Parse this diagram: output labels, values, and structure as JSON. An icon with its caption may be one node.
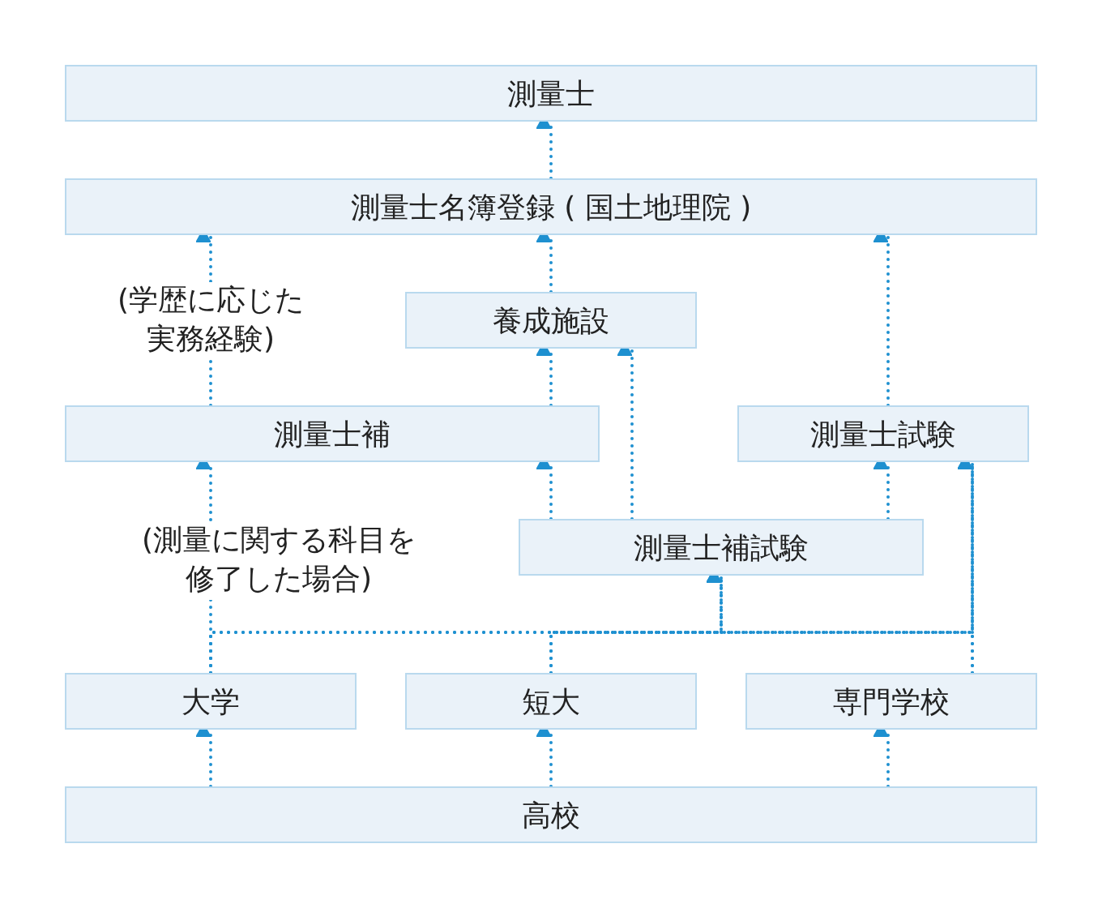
{
  "diagram": {
    "nodes": [
      {
        "text": [
          "測量士"
        ]
      },
      {
        "text": [
          "測量士名簿登録 ( 国土地理院 )"
        ]
      },
      {
        "text": [
          "養成施設"
        ]
      },
      {
        "text": [
          "測量士補"
        ]
      },
      {
        "text": [
          "測量士試験"
        ]
      },
      {
        "text": [
          "測量士補試験"
        ]
      },
      {
        "text": [
          "大学"
        ]
      },
      {
        "text": [
          "短大"
        ]
      },
      {
        "text": [
          "専門学校"
        ]
      },
      {
        "text": [
          "高校"
        ]
      }
    ],
    "edges": [
      {
        "from": 1,
        "to": 0,
        "arrow": "to"
      },
      {
        "from": 3,
        "to": 1,
        "arrow": "to",
        "label": "(学歴に応じた実務経験)"
      },
      {
        "from": 2,
        "to": 1,
        "arrow": "to"
      },
      {
        "from": 4,
        "to": 1,
        "arrow": "to"
      },
      {
        "from": 3,
        "to": 2,
        "arrow": "to"
      },
      {
        "from": 5,
        "to": 2,
        "arrow": "to"
      },
      {
        "from": 5,
        "to": 3,
        "arrow": "to"
      },
      {
        "from": 5,
        "to": 4,
        "arrow": "to"
      },
      {
        "from": 6,
        "to": 3,
        "arrow": "to",
        "label": "(測量に関する科目を修了した場合)"
      },
      {
        "from": 6,
        "to": 5,
        "arrow": "to"
      },
      {
        "from": 7,
        "to": 5,
        "arrow": "to"
      },
      {
        "from": 8,
        "to": 5,
        "arrow": "to"
      },
      {
        "from": 6,
        "to": 4,
        "arrow": "to"
      },
      {
        "from": 7,
        "to": 4,
        "arrow": "to"
      },
      {
        "from": 8,
        "to": 4,
        "arrow": "to"
      },
      {
        "from": 9,
        "to": 6,
        "arrow": "to"
      },
      {
        "from": 9,
        "to": 7,
        "arrow": "to"
      },
      {
        "from": 9,
        "to": 8,
        "arrow": "to"
      }
    ]
  }
}
